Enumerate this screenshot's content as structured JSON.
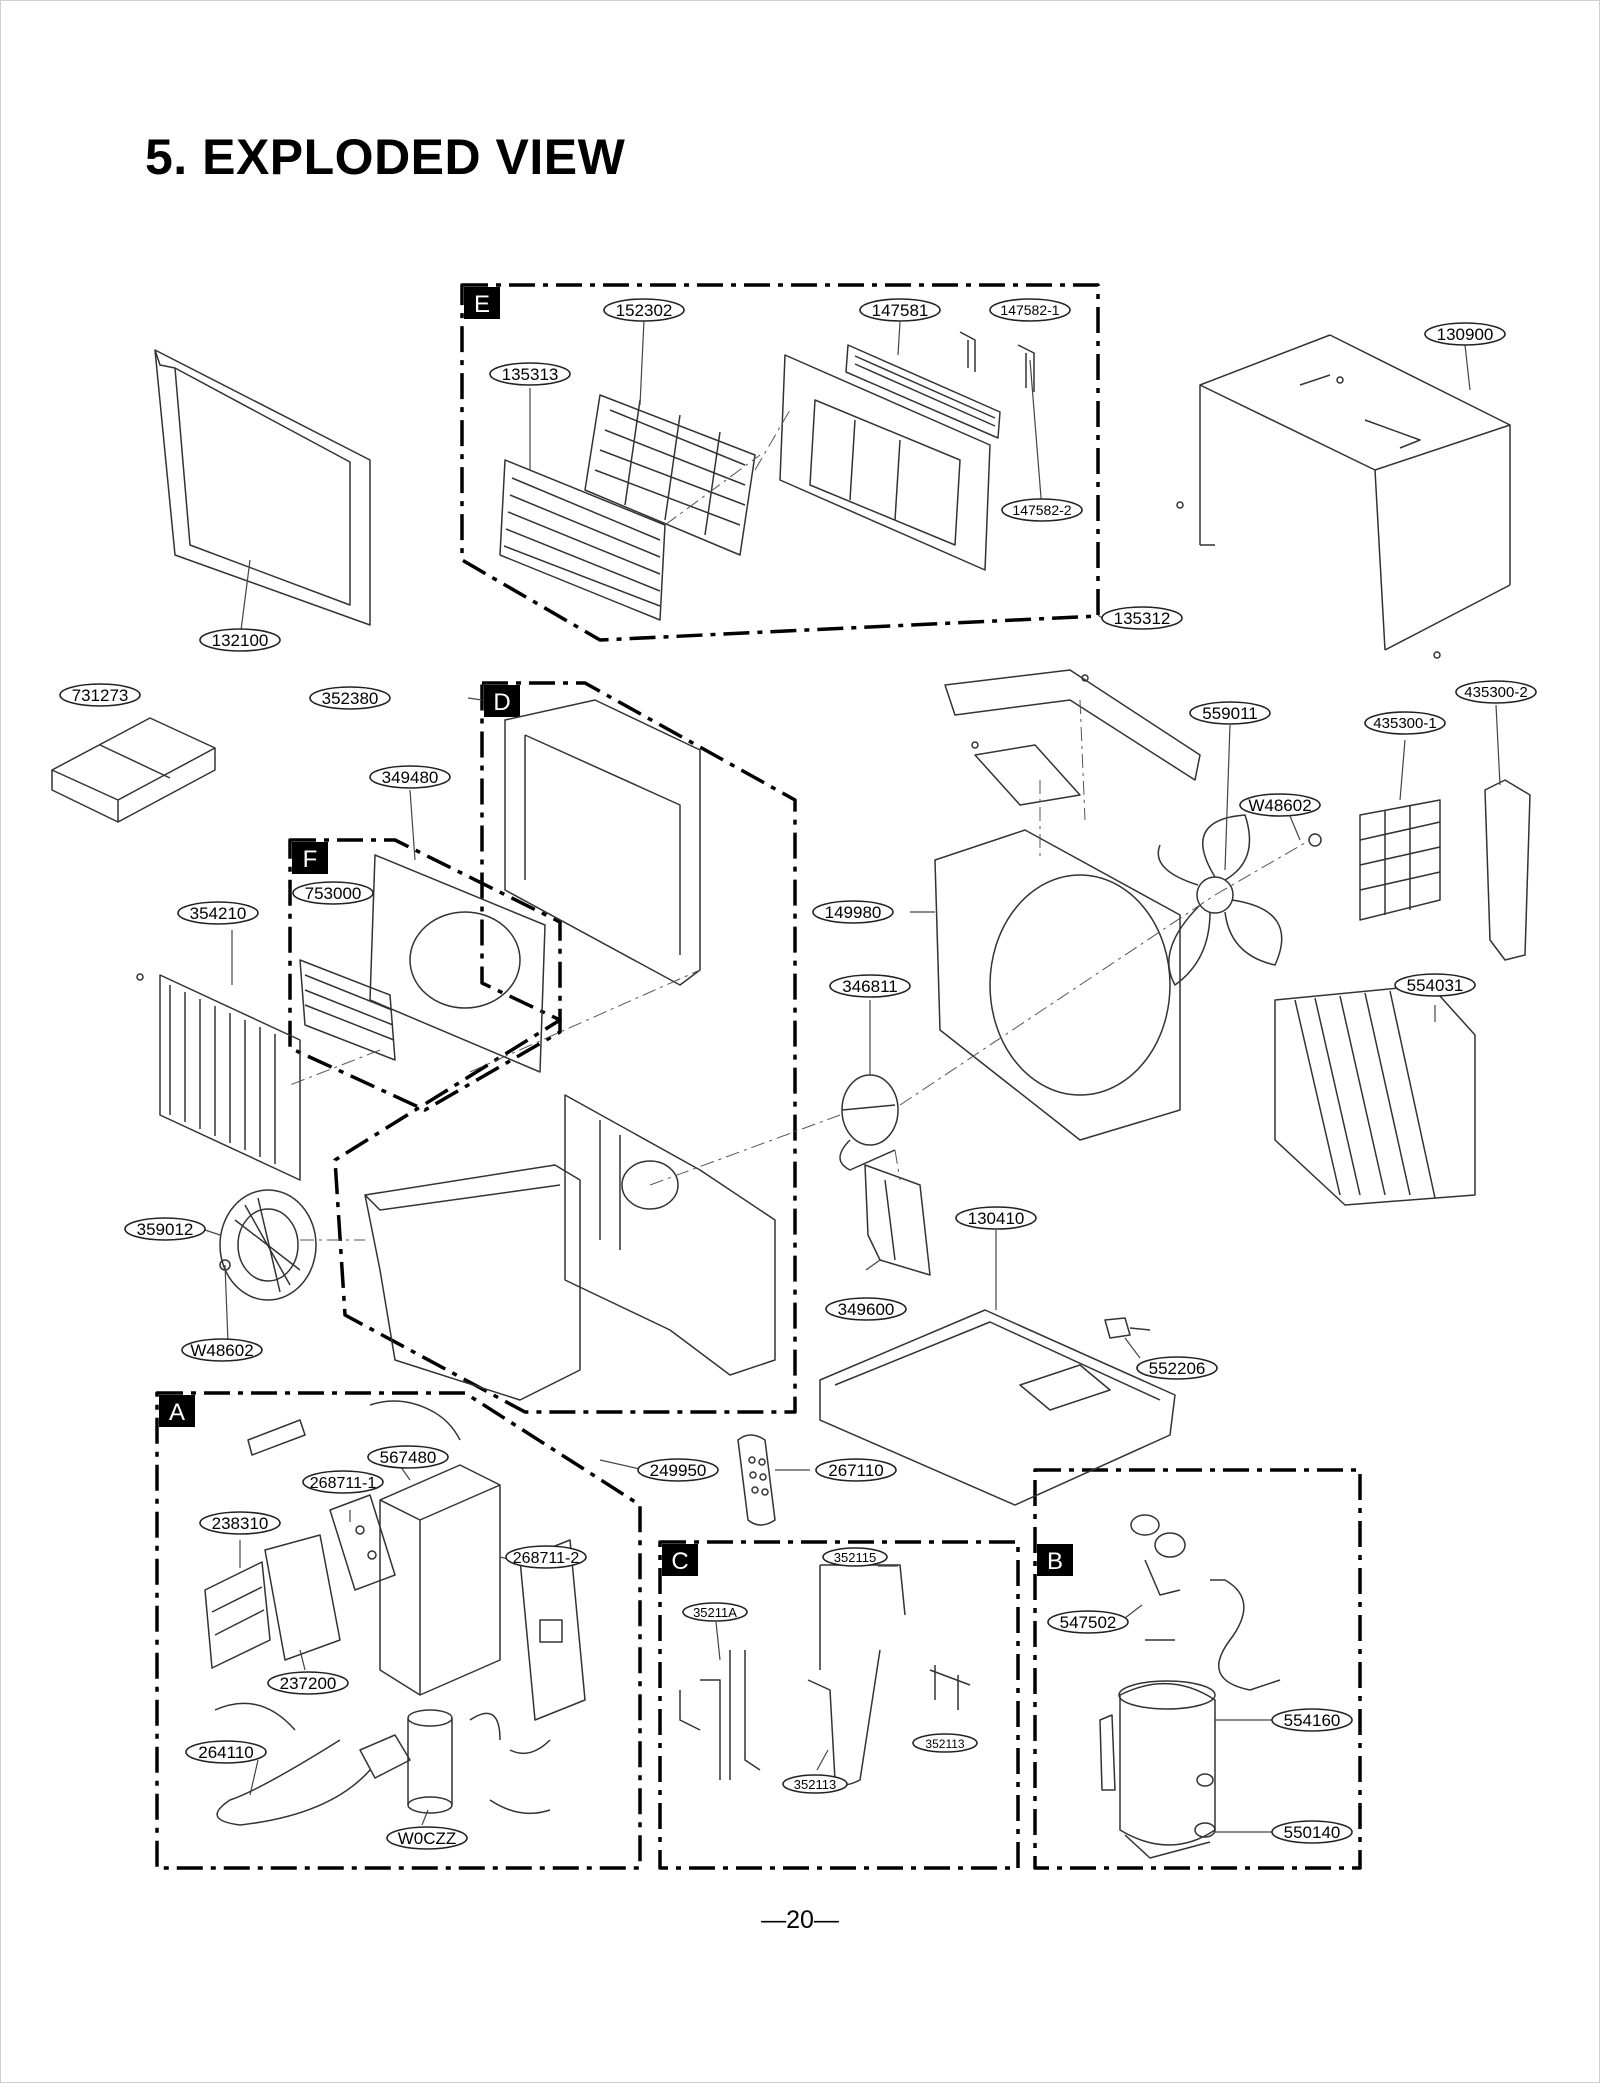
{
  "page": {
    "title": "5. EXPLODED VIEW",
    "page_number": "—20—"
  },
  "groups": {
    "A": "A",
    "B": "B",
    "C": "C",
    "D": "D",
    "E": "E",
    "F": "F"
  },
  "parts": {
    "p130900": "130900",
    "p132100": "132100",
    "p135312": "135312",
    "p135313": "135313",
    "p152302": "152302",
    "p147581": "147581",
    "p147582_1": "147582-1",
    "p147582_2": "147582-2",
    "p731273": "731273",
    "p352380": "352380",
    "p349480": "349480",
    "p753000": "753000",
    "p354210": "354210",
    "p359012": "359012",
    "p w48602_a": "W48602",
    "p559011": "559011",
    "p435300_1": "435300-1",
    "p435300_2": "435300-2",
    "p w48602_b": "W48602",
    "p149980": "149980",
    "p346811": "346811",
    "p554031": "554031",
    "p130410": "130410",
    "p349600": "349600",
    "p552206": "552206",
    "p249950": "249950",
    "p267110": "267110",
    "p567480": "567480",
    "p268711_1": "268711-1",
    "p238310": "238310",
    "p268711_2": "268711-2",
    "p237200": "237200",
    "p264110": "264110",
    "p w0czz": "W0CZZ",
    "p352115": "352115",
    "p35211a": "35211A",
    "p352113_a": "352113",
    "p352113_b": "352113",
    "p547502": "547502",
    "p554160": "554160",
    "p550140": "550140"
  }
}
